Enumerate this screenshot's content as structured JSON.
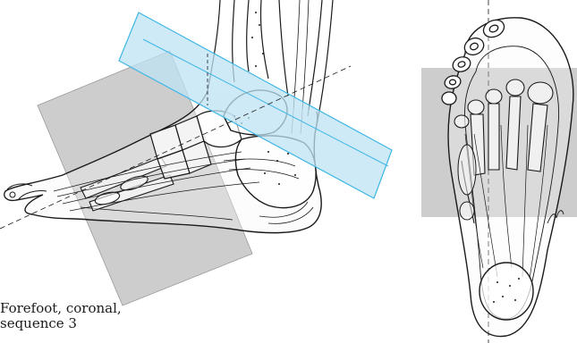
{
  "caption": {
    "line1": "Forefoot, coronal,",
    "line2": "sequence 3"
  },
  "colors": {
    "oblique_plane": "#bfe3f4",
    "oblique_plane_edge": "#3fb6e6",
    "gray_plane": "#c4c4c4",
    "ink": "#1a1a1a"
  },
  "illustration": {
    "left_view": "lateral-ankle-foot-drawing",
    "right_view": "plantar-foot-drawing"
  }
}
